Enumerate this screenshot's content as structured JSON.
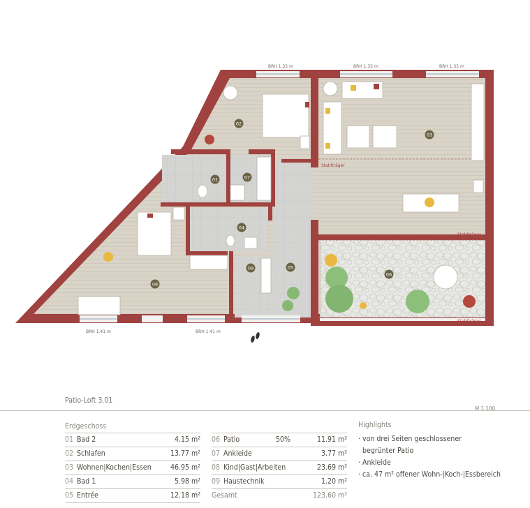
{
  "colors": {
    "wall": "#a0423f",
    "floor": "#d9d4c7",
    "tile": "#d4d4d2",
    "patio": "#e6e6e2",
    "label": "#6b6346",
    "green": "#8cbf7a"
  },
  "plan": {
    "window_labels": [
      "BRH 1.35 m",
      "BRH 1.35 m",
      "BRH 1.35 m",
      "BRH 1.41 m",
      "BRH 1.41 m"
    ],
    "beam_label": "Stahlträger",
    "room_numbers": [
      "01",
      "02",
      "03",
      "04",
      "05",
      "06",
      "07",
      "08",
      "09"
    ],
    "entrance_icon": "footprints-icon",
    "north_icon": "compass-icon",
    "scale": "M 1:100"
  },
  "title": "Patio-Loft 3.01",
  "floor": "Erdgeschoss",
  "unit": "m²",
  "rooms_left": [
    {
      "no": "01",
      "name": "Bad 2",
      "area": "4.15 m²"
    },
    {
      "no": "02",
      "name": "Schlafen",
      "area": "13.77 m²"
    },
    {
      "no": "03",
      "name": "Wohnen|Kochen|Essen",
      "area": "46.95 m²"
    },
    {
      "no": "04",
      "name": "Bad 1",
      "area": "5.98 m²"
    },
    {
      "no": "05",
      "name": "Entrée",
      "area": "12.18 m²"
    }
  ],
  "rooms_right": [
    {
      "no": "06",
      "name": "Patio",
      "pct": "50%",
      "area": "11.91 m²"
    },
    {
      "no": "07",
      "name": "Ankleide",
      "pct": "",
      "area": "3.77 m²"
    },
    {
      "no": "08",
      "name": "Kind|Gast|Arbeiten",
      "pct": "",
      "area": "23.69 m²"
    },
    {
      "no": "09",
      "name": "Haustechnik",
      "pct": "",
      "area": "1.20 m²"
    }
  ],
  "total": {
    "label": "Gesamt",
    "area": "123.60 m²"
  },
  "highlights": {
    "title": "Highlights",
    "items": [
      "· von drei Seiten geschlossener",
      "  begrünter Patio",
      "· Ankleide",
      "· ca. 47 m² offener Wohn-|Koch-|Essbereich"
    ]
  }
}
